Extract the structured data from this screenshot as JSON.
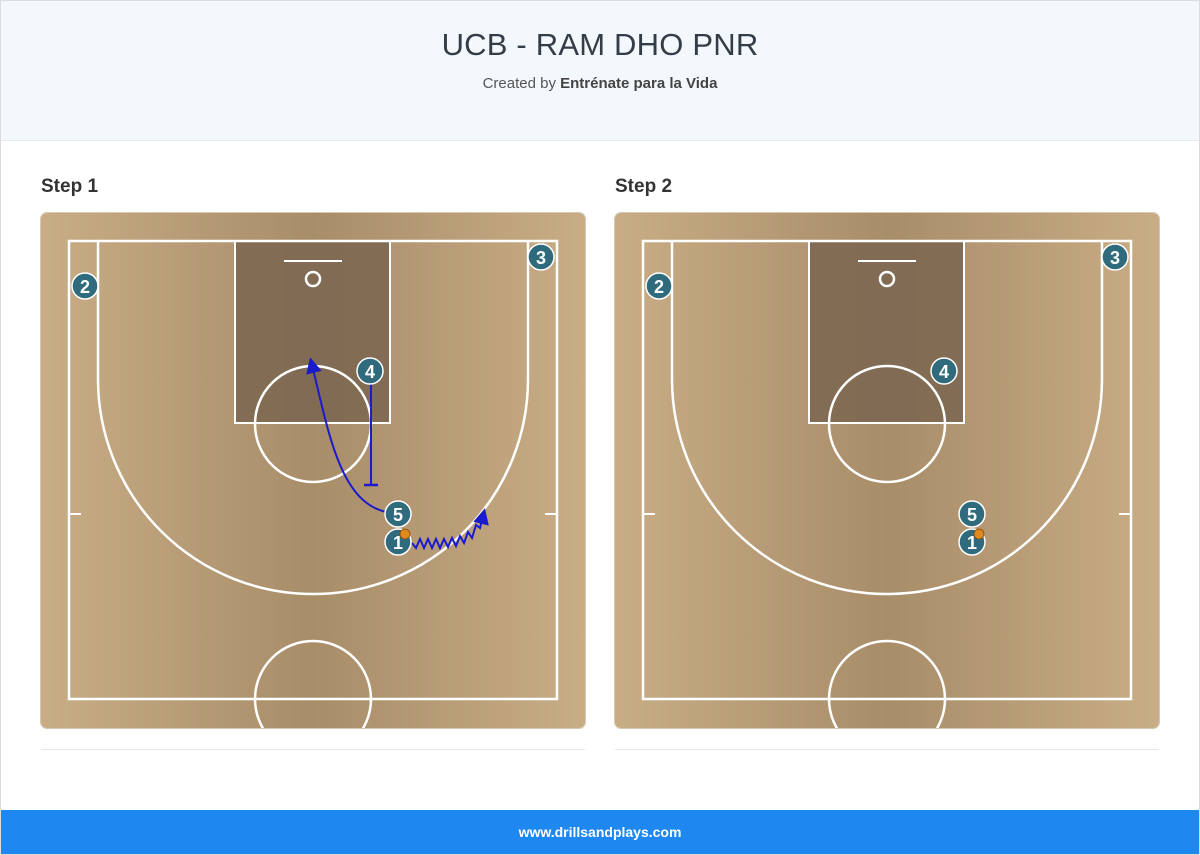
{
  "header": {
    "title": "UCB - RAM DHO PNR",
    "subtitle_prefix": "Created by",
    "author": "Entrénate para la Vida"
  },
  "steps": [
    {
      "label": "Step 1",
      "players": [
        {
          "number": "2",
          "has_ball": false
        },
        {
          "number": "3",
          "has_ball": false
        },
        {
          "number": "4",
          "has_ball": false
        },
        {
          "number": "5",
          "has_ball": false
        },
        {
          "number": "1",
          "has_ball": true
        }
      ],
      "actions": [
        {
          "type": "cut",
          "player": "5"
        },
        {
          "type": "screen",
          "player": "4"
        },
        {
          "type": "dribble",
          "player": "1"
        }
      ]
    },
    {
      "label": "Step 2",
      "players": [
        {
          "number": "2",
          "has_ball": false
        },
        {
          "number": "3",
          "has_ball": false
        },
        {
          "number": "4",
          "has_ball": false
        },
        {
          "number": "5",
          "has_ball": false
        },
        {
          "number": "1",
          "has_ball": true
        }
      ],
      "actions": []
    }
  ],
  "colors": {
    "player_fill": "#2f6b7c",
    "player_text": "#ffffff",
    "action_line": "#1b1bcc",
    "ball": "#e08a1e",
    "court_wood": "#b59a75",
    "paint": "#7a6550",
    "footer": "#1e87f0"
  },
  "footer": {
    "text": "www.drillsandplays.com"
  }
}
